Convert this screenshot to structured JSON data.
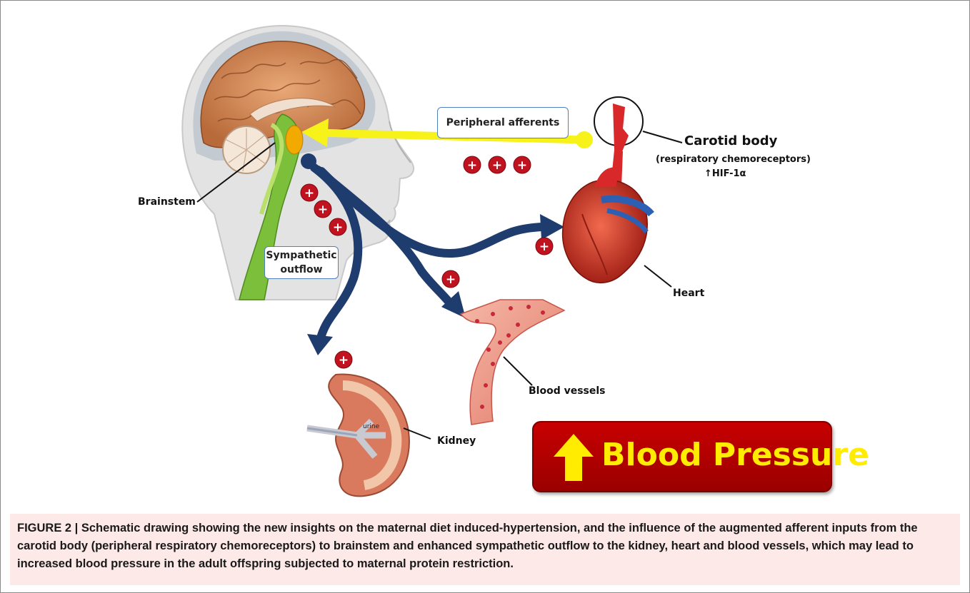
{
  "labels": {
    "peripheral_afferents": "Peripheral afferents",
    "carotid_body": "Carotid body",
    "respiratory_chemoreceptors": "(respiratory chemoreceptors)",
    "hif": "↑HIF-1α",
    "brainstem": "Brainstem",
    "sympathetic_line1": "Sympathetic",
    "sympathetic_line2": "outflow",
    "heart": "Heart",
    "blood_vessels": "Blood vessels",
    "kidney": "Kidney",
    "urine": "urine",
    "blood_pressure": "Blood Pressure",
    "plus": "+"
  },
  "caption": "FIGURE 2 | Schematic drawing showing the new insights on the maternal diet induced-hypertension, and the influence of the augmented afferent inputs from the carotid body (peripheral respiratory chemoreceptors) to brainstem and enhanced sympathetic outflow to the kidney, heart and blood vessels, which may lead to increased blood pressure in the adult offspring subjected to maternal protein restriction.",
  "colors": {
    "afferent_arrow": "#f6f21a",
    "efferent_arrow": "#1f3c6e",
    "plus_badge": "#c1121f",
    "bp_box": "#b00000",
    "bp_text": "#ffec00"
  }
}
